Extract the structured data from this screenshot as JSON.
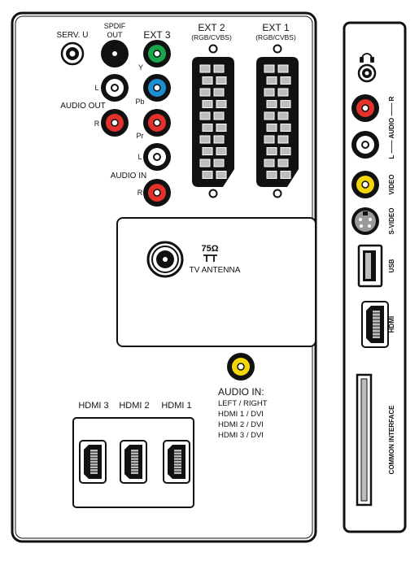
{
  "colors": {
    "panel_stroke": "#111111",
    "jack_black": "#111111",
    "red": "#e3322b",
    "green": "#1aa64b",
    "blue": "#1c8fd1",
    "yellow": "#f2d60a",
    "white": "#ffffff",
    "scart_gray": "#bdbdbd"
  },
  "main_panel": {
    "serv_u": "SERV. U",
    "spdif_out_line1": "SPDIF",
    "spdif_out_line2": "OUT",
    "ext3": "EXT 3",
    "y": "Y",
    "pb": "Pb",
    "pr": "Pr",
    "audio_out": "AUDIO OUT",
    "audio_in": "AUDIO IN",
    "left": "L",
    "right": "R",
    "ext2": "EXT 2",
    "ext2_sub": "(RGB/CVBS)",
    "ext1": "EXT 1",
    "ext1_sub": "(RGB/CVBS)",
    "antenna_ohm": "75Ω",
    "antenna_label": "TV ANTENNA",
    "audio_in_hdmi_title": "AUDIO IN:",
    "audio_in_hdmi_lines": [
      "LEFT / RIGHT",
      "HDMI 1 / DVI",
      "HDMI 2 / DVI",
      "HDMI 3 / DVI"
    ],
    "hdmi3": "HDMI 3",
    "hdmi2": "HDMI 2",
    "hdmi1": "HDMI 1"
  },
  "side_panel": {
    "audio": "L —— AUDIO —— R",
    "video": "VIDEO",
    "s_video": "S-VIDEO",
    "usb": "USB",
    "hdmi": "HDMI",
    "common_interface": "COMMON INTERFACE"
  }
}
